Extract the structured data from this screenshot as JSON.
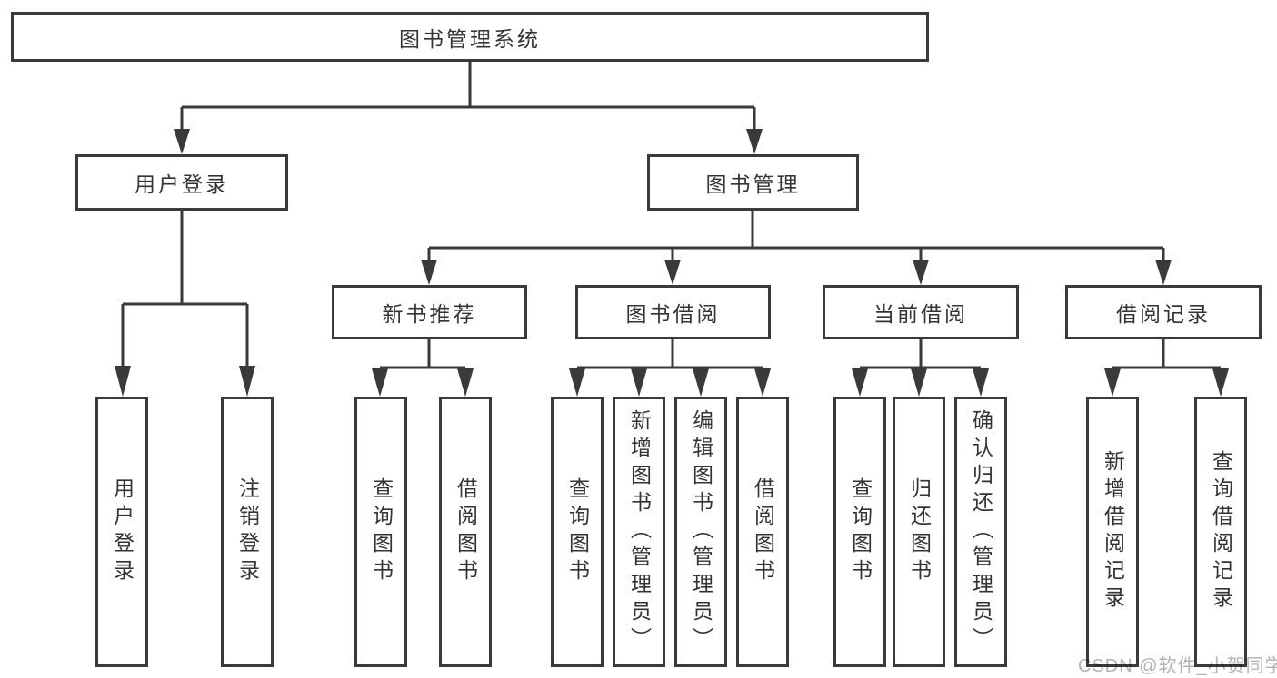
{
  "diagram": {
    "root": "图书管理系统",
    "branches": [
      {
        "label": "用户登录",
        "children": [
          "用户登录",
          "注销登录"
        ]
      },
      {
        "label": "图书管理",
        "sections": [
          {
            "label": "新书推荐",
            "children": [
              "查询图书",
              "借阅图书"
            ]
          },
          {
            "label": "图书借阅",
            "children": [
              "查询图书",
              "新增图书（管理员）",
              "编辑图书（管理员）",
              "借阅图书"
            ]
          },
          {
            "label": "当前借阅",
            "children": [
              "查询图书",
              "归还图书",
              "确认归还（管理员）"
            ]
          },
          {
            "label": "借阅记录",
            "children": [
              "新增借阅记录",
              "查询借阅记录"
            ]
          }
        ]
      }
    ],
    "watermark": "CSDN @软件_小贺同学",
    "colors": {
      "line": "#3a3a3c",
      "text": "#333336",
      "watermark": "#b2b2b6",
      "background": "#ffffff"
    }
  }
}
